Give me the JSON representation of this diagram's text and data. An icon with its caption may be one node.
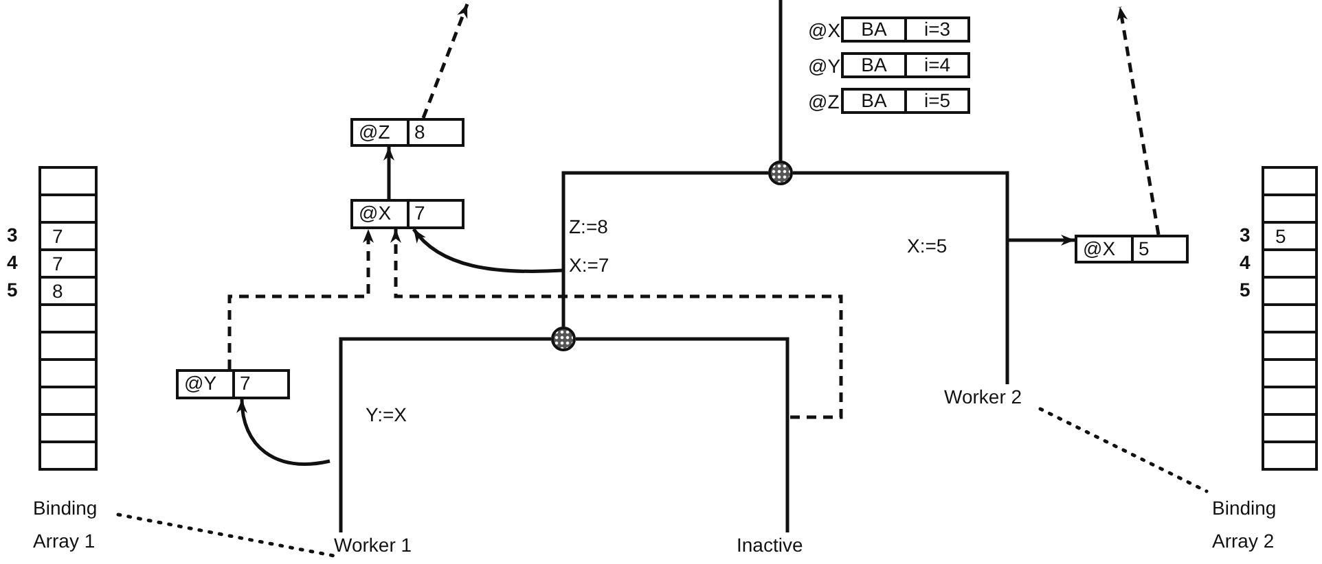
{
  "diagram": {
    "nodes": [
      {
        "text": [
          "@X",
          "BA",
          "i=3"
        ]
      },
      {
        "text": [
          "@Y",
          "BA",
          "i=4"
        ]
      },
      {
        "text": [
          "@Z",
          "BA",
          "i=5"
        ]
      },
      {
        "text": [
          "@Z",
          "8"
        ]
      },
      {
        "text": [],
        "shape": "circle"
      },
      {
        "text": [
          "@X",
          "7"
        ]
      },
      {
        "text": [
          "@X",
          "5"
        ]
      },
      {
        "text": [],
        "shape": "circle"
      },
      {
        "text": [
          "@Y",
          "7"
        ]
      },
      {
        "text": [
          "Worker 2"
        ]
      },
      {
        "text": [
          "Binding Array 1"
        ]
      },
      {
        "text": [],
        "shape": "box",
        "in": 10
      },
      {
        "text": [],
        "shape": "box",
        "in": 10
      },
      {
        "text": [
          "7"
        ],
        "in": 10,
        "beside": [
          "3"
        ]
      },
      {
        "text": [
          "7"
        ],
        "in": 10,
        "beside": [
          "4"
        ]
      },
      {
        "text": [
          "8"
        ],
        "in": 10,
        "beside": [
          "5"
        ]
      },
      {
        "text": [],
        "shape": "box",
        "in": 10
      },
      {
        "text": [],
        "shape": "box",
        "in": 10
      },
      {
        "text": [],
        "shape": "box",
        "in": 10
      },
      {
        "text": [],
        "shape": "box",
        "in": 10
      },
      {
        "text": [],
        "shape": "box",
        "in": 10
      },
      {
        "text": [],
        "shape": "box",
        "in": 10
      },
      {
        "text": [
          "Worker 1"
        ]
      },
      {
        "text": [
          "Inactive"
        ]
      },
      {
        "text": [
          "Binding Array 2"
        ]
      },
      {
        "text": [],
        "shape": "box",
        "in": 24
      },
      {
        "text": [],
        "shape": "box",
        "in": 24
      },
      {
        "text": [
          "5"
        ],
        "in": 24,
        "beside": [
          "3"
        ]
      },
      {
        "text": [],
        "shape": "box",
        "in": 24,
        "beside": [
          "4"
        ]
      },
      {
        "text": [],
        "shape": "box",
        "in": 24,
        "beside": [
          "5"
        ]
      },
      {
        "text": [],
        "shape": "box",
        "in": 24
      },
      {
        "text": [],
        "shape": "box",
        "in": 24
      },
      {
        "text": [],
        "shape": "box",
        "in": 24
      },
      {
        "text": [],
        "shape": "box",
        "in": 24
      },
      {
        "text": [],
        "shape": "box",
        "in": 24
      },
      {
        "text": [],
        "shape": "box",
        "in": 24
      }
    ],
    "edges": [
      {
        "from": null,
        "to": 4,
        "arrow": "none"
      },
      {
        "from": 4,
        "to": 7,
        "arrow": "none",
        "label": "Z:=8 X:=7"
      },
      {
        "from": 4,
        "to": 9,
        "arrow": "none",
        "label": "X:=5"
      },
      {
        "from": 7,
        "to": 22,
        "arrow": "none",
        "label": "Y:=X"
      },
      {
        "from": 7,
        "to": 23,
        "arrow": "none"
      },
      {
        "from": 5,
        "to": 3,
        "arrow": "to"
      },
      {
        "from": 3,
        "to": null,
        "arrow": "to",
        "style": "dashed"
      },
      {
        "from": 6,
        "to": null,
        "arrow": "to",
        "style": "dashed"
      },
      {
        "from": null,
        "to": 5,
        "arrow": "to"
      },
      {
        "from": null,
        "to": 6,
        "arrow": "to"
      },
      {
        "from": null,
        "to": 8,
        "arrow": "to"
      },
      {
        "from": 8,
        "to": 5,
        "arrow": "to",
        "style": "dashed"
      },
      {
        "from": null,
        "to": 5,
        "arrow": "to",
        "style": "dashed"
      },
      {
        "from": 10,
        "to": 22,
        "arrow": "none",
        "style": "dashed"
      },
      {
        "from": 9,
        "to": 24,
        "arrow": "none",
        "style": "dashed"
      }
    ]
  }
}
